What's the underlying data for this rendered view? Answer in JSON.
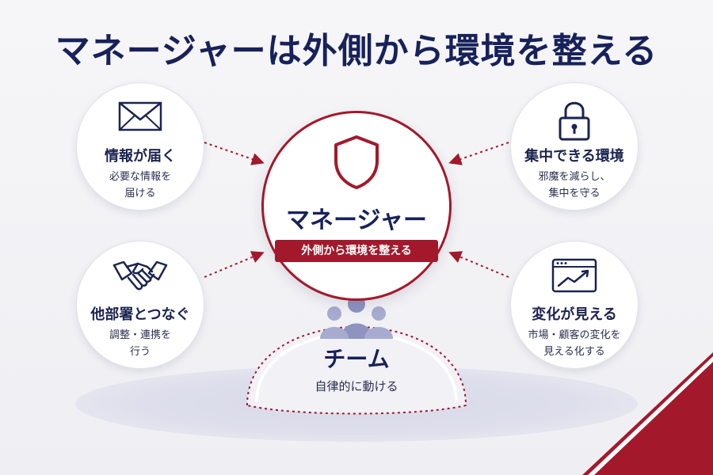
{
  "title": "マネージャーは外側から環境を整える",
  "manager": {
    "heading": "マネージャー",
    "badge": "外側から環境を整える",
    "icon": "shield-icon"
  },
  "team": {
    "heading": "チーム",
    "sub": "自律的に動ける",
    "icon": "people-icon"
  },
  "nodes": [
    {
      "id": "info",
      "heading": "情報が届く",
      "lines": [
        "必要な情報を",
        "届ける"
      ],
      "icon": "envelope-icon"
    },
    {
      "id": "focus",
      "heading": "集中できる環境",
      "lines": [
        "邪魔を減らし、",
        "集中を守る"
      ],
      "icon": "lock-icon"
    },
    {
      "id": "connect",
      "heading": "他部署とつなぐ",
      "lines": [
        "調整・連携を",
        "行う"
      ],
      "icon": "handshake-icon"
    },
    {
      "id": "visible",
      "heading": "変化が見える",
      "lines": [
        "市場・顧客の変化を",
        "見える化する"
      ],
      "icon": "chart-window-icon"
    }
  ],
  "colors": {
    "navy": "#17215a",
    "accent": "#a3192b",
    "ground": "#dcdde9"
  }
}
